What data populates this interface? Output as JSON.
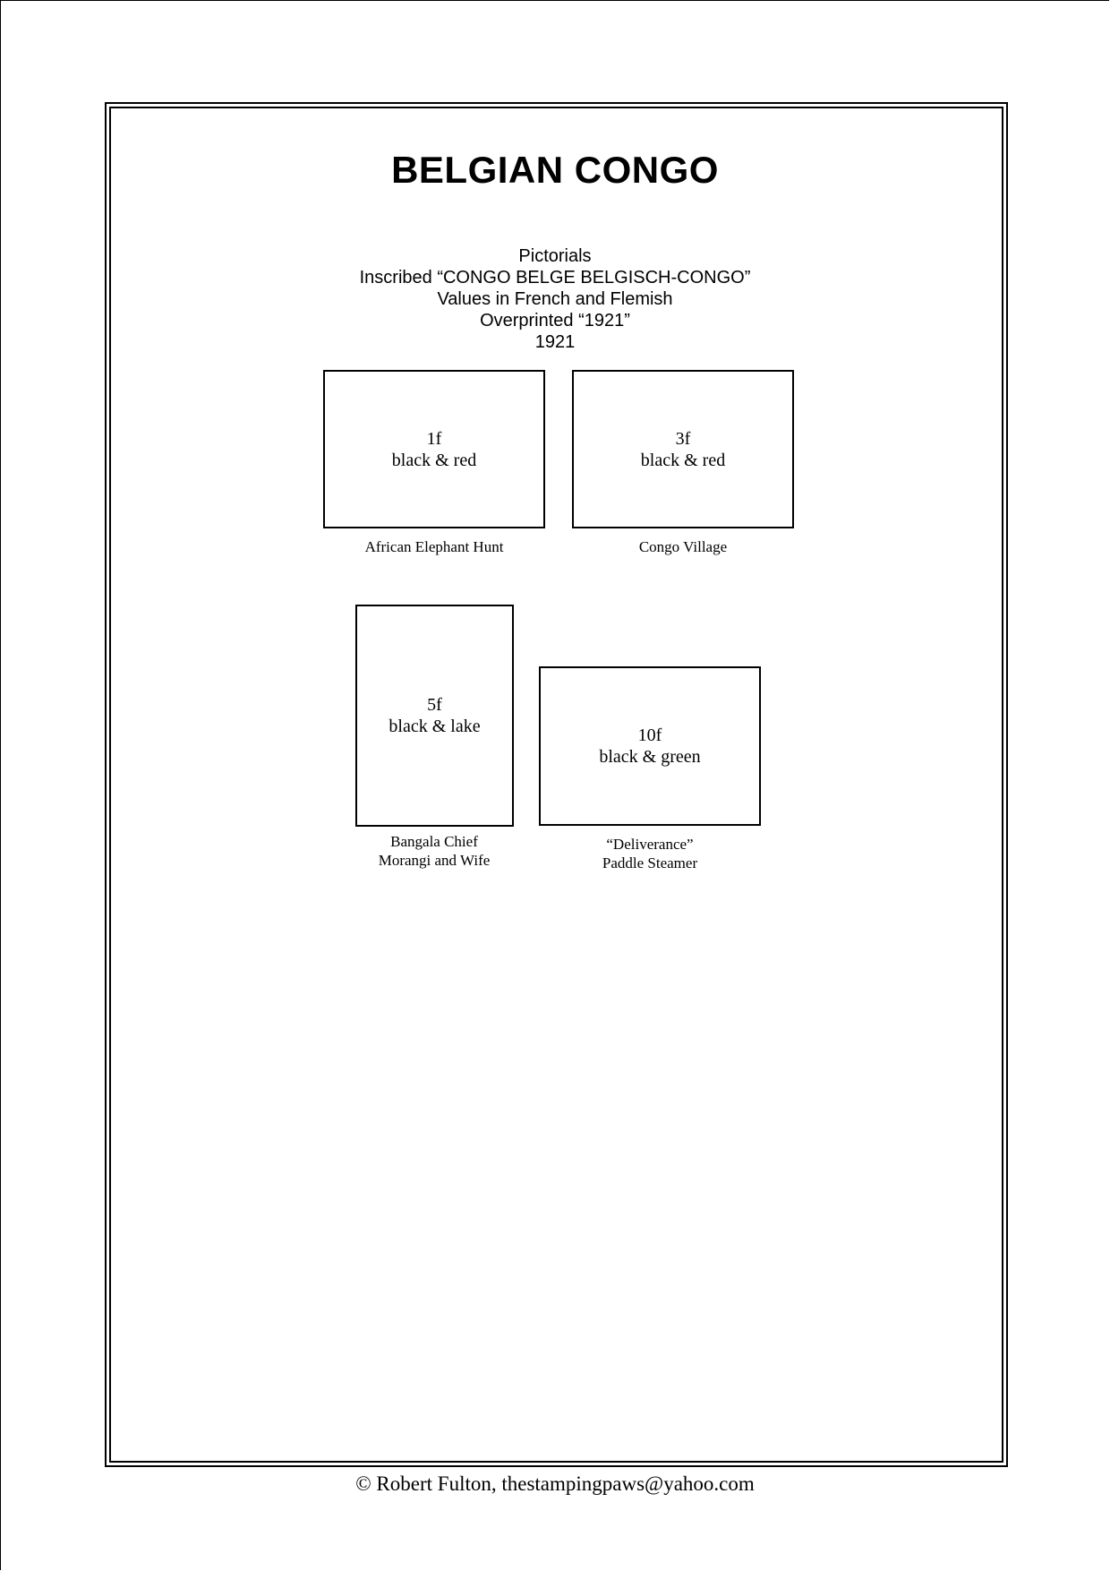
{
  "page": {
    "title": "BELGIAN CONGO",
    "subtitle_lines": [
      "Pictorials",
      "Inscribed “CONGO BELGE BELGISCH-CONGO”",
      "Values in French and Flemish",
      "Overprinted “1921”",
      "1921"
    ],
    "footer": "© Robert Fulton, thestampingpaws@yahoo.com"
  },
  "stamps": [
    {
      "denomination": "1f",
      "color": "black & red",
      "caption_lines": [
        "African Elephant Hunt"
      ]
    },
    {
      "denomination": "3f",
      "color": "black & red",
      "caption_lines": [
        "Congo Village"
      ]
    },
    {
      "denomination": "5f",
      "color": "black & lake",
      "caption_lines": [
        "Bangala Chief",
        "Morangi and Wife"
      ]
    },
    {
      "denomination": "10f",
      "color": "black & green",
      "caption_lines": [
        "“Deliverance”",
        "Paddle Steamer"
      ]
    }
  ]
}
